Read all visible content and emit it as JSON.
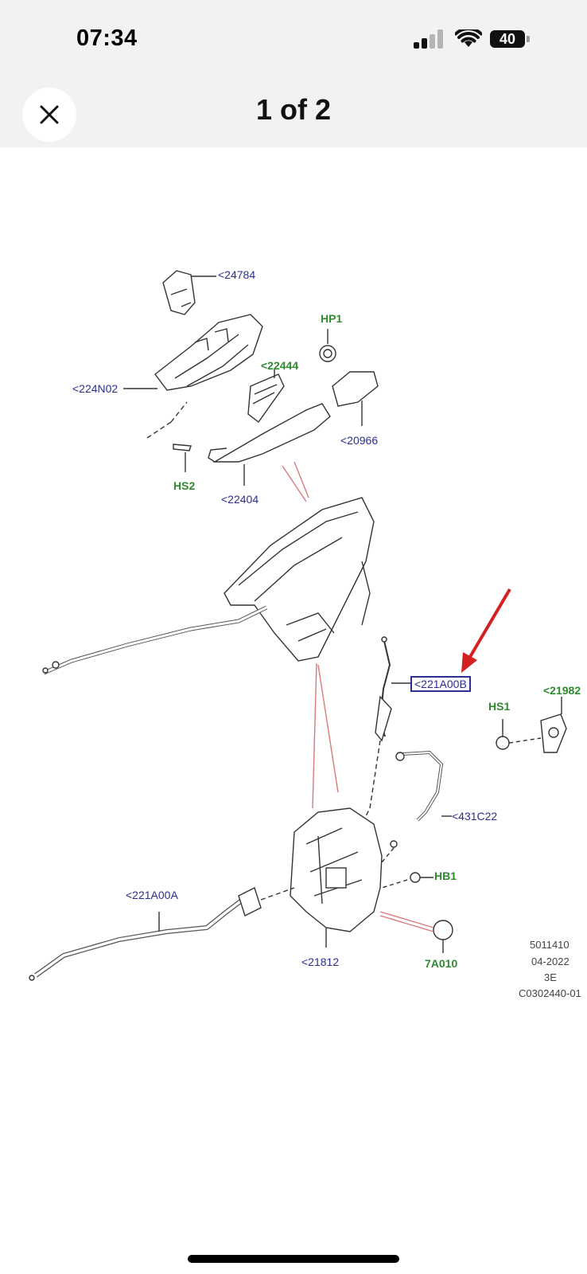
{
  "status_bar": {
    "time": "07:34",
    "battery": "40"
  },
  "viewer": {
    "pager": "1 of 2"
  },
  "diagram": {
    "labels": {
      "p24784": "<24784",
      "hp1": "HP1",
      "p224n02": "<224N02",
      "p22444": "<22444",
      "p20966": "<20966",
      "hs2": "HS2",
      "p22404": "<22404",
      "p221a00b": "<221A00B",
      "p21982": "<21982",
      "hs1": "HS1",
      "p431c22": "<431C22",
      "hb1": "HB1",
      "p221a00a": "<221A00A",
      "p21812": "<21812",
      "p7a010": "7A010"
    },
    "footer": [
      "5011410",
      "04-2022",
      "3E",
      "C0302440-01"
    ],
    "colors": {
      "part_label": "#2b2f8f",
      "hardware_label": "#2f8a2f",
      "arrow": "#d32020"
    }
  }
}
